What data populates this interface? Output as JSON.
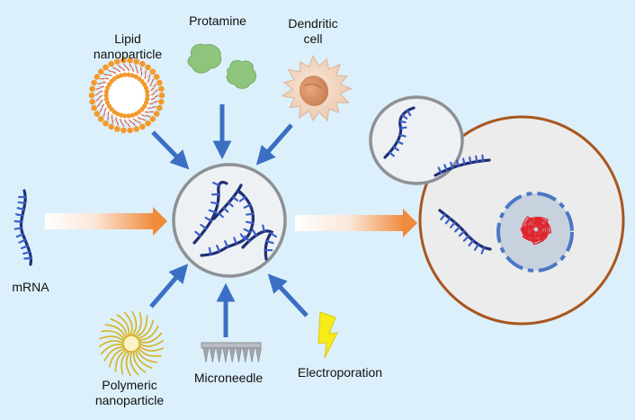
{
  "labels": {
    "lipid_line1": "Lipid",
    "lipid_line2": "nanoparticle",
    "protamine": "Protamine",
    "dendritic_line1": "Dendritic",
    "dendritic_line2": "cell",
    "mrna": "mRNA",
    "polymeric_line1": "Polymeric",
    "polymeric_line2": "nanoparticle",
    "microneedle": "Microneedle",
    "electroporation": "Electroporation"
  },
  "colors": {
    "background": "#dcf0fb",
    "arrow_blue": "#3a6fc4",
    "mrna_strand": "#1f2f74",
    "mrna_ticks": "#3b5fc8",
    "protamine_green": "#8fc47c",
    "lipid_orange": "#f29a2e",
    "polymer_gold": "#d8b21e",
    "dendritic_body": "#f3dcc8",
    "nucleus_gray": "#c8d2de",
    "nuclear_envelope": "#4a78c4",
    "chromatin_red": "#e0242c",
    "lightning_yellow": "#f7ec18",
    "gradient_orange": "#f08a3c"
  },
  "icons": [
    "lipid-nanoparticle-icon",
    "protamine-icon",
    "dendritic-cell-icon",
    "mrna-strand-icon",
    "polymeric-nanoparticle-icon",
    "microneedle-icon",
    "lightning-bolt-icon",
    "complex-circle-icon",
    "vesicle-icon",
    "target-cell-icon",
    "nucleus-icon",
    "chromatin-icon"
  ]
}
